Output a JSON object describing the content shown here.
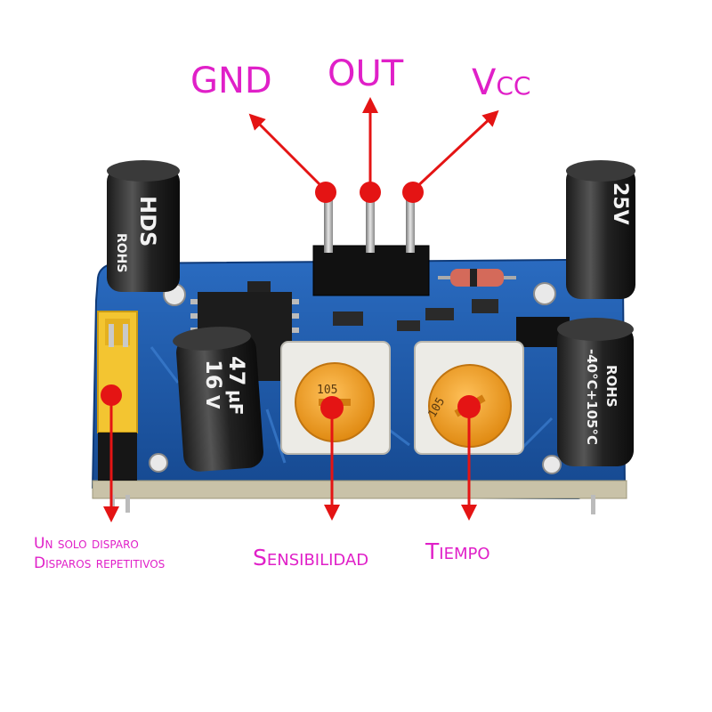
{
  "pins": {
    "gnd": "GND",
    "out": "OUT",
    "vcc": "Vcc"
  },
  "controls": {
    "sensitivity": "Sensibilidad",
    "time": "Tiempo",
    "jumper_line1": "Un solo disparo",
    "jumper_line2": "Disparos repetitivos"
  },
  "component_text": {
    "cap_left_1": "HDS",
    "cap_left_2": "ROHS",
    "cap_47": "47",
    "cap_16": "16",
    "cap_uf": "μF",
    "cap_v": "V",
    "cap_right_1": "ROHS",
    "cap_right_2": "-40°C+105°C",
    "cap_topright": "25V",
    "pot_left": "105",
    "pot_right": "105"
  },
  "colors": {
    "label": "#e020c8",
    "marker": "#e41414",
    "board": "#1d57a8",
    "pot": "#f4a22a"
  }
}
